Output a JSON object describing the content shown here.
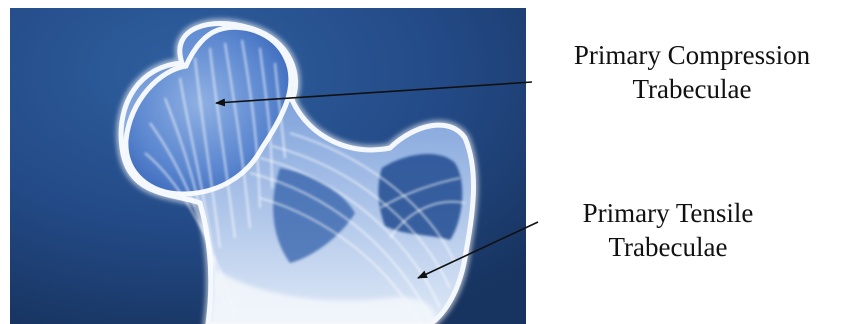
{
  "labels": {
    "compression": {
      "line1": "Primary Compression",
      "line2": "Trabeculae"
    },
    "tensile": {
      "line1": "Primary Tensile",
      "line2": "Trabeculae"
    }
  },
  "colors": {
    "background": "#1f3f7a",
    "bone": "#f4f8fc",
    "trabeculae": "#6f97d6",
    "text": "#111111",
    "arrow": "#111111"
  }
}
